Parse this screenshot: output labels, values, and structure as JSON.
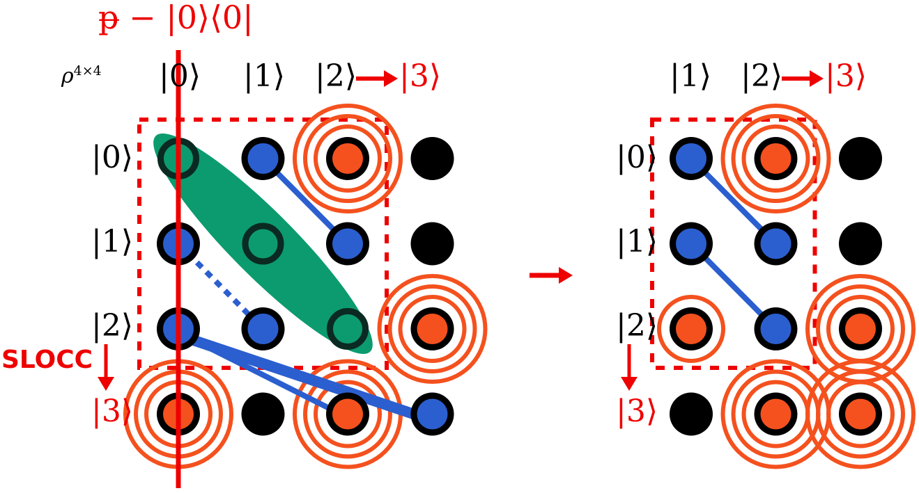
{
  "figure": {
    "title_operator": "ᵽ − |0⟩⟨0|",
    "matrix_symbol": "ρ",
    "matrix_symbol_sup": "4×4",
    "slocc_label": "SLOCC",
    "transition_arrow": "→",
    "between_arrow": "→"
  },
  "colors": {
    "red": "#ee0000",
    "orange": "#f4511e",
    "blue": "#2b5fcf",
    "green": "#0c9b6f",
    "dark_ring": "#0a2a22",
    "black": "#000000",
    "white": "#ffffff"
  },
  "left_matrix": {
    "name": "rho-4x4-before",
    "column_labels": [
      "|0⟩",
      "|1⟩",
      "|2⟩",
      "|3⟩",
      ""
    ],
    "column_header_groups": [
      {
        "text": "|0⟩",
        "color": "black"
      },
      {
        "text": "|1⟩",
        "color": "black"
      },
      {
        "text": "|2⟩",
        "color": "black",
        "arrow": "→",
        "arrow_color": "red",
        "target": "|3⟩",
        "target_color": "red"
      }
    ],
    "row_labels": [
      "|0⟩",
      "|1⟩",
      "|2⟩",
      "|3⟩"
    ],
    "row_label_colors": [
      "black",
      "black",
      "black",
      "red"
    ],
    "cells": [
      [
        {
          "kind": "ring",
          "color": "dark_ring",
          "halos": 0
        },
        {
          "kind": "filled",
          "color": "blue",
          "halos": 0
        },
        {
          "kind": "filled",
          "color": "orange",
          "halos": 3
        },
        {
          "kind": "filled",
          "color": "black",
          "halos": 0
        }
      ],
      [
        {
          "kind": "filled",
          "color": "blue",
          "halos": 0
        },
        {
          "kind": "ring",
          "color": "dark_ring",
          "halos": 0
        },
        {
          "kind": "filled",
          "color": "blue",
          "halos": 0
        },
        {
          "kind": "filled",
          "color": "black",
          "halos": 0
        }
      ],
      [
        {
          "kind": "filled",
          "color": "blue",
          "halos": 0
        },
        {
          "kind": "filled",
          "color": "blue",
          "halos": 0
        },
        {
          "kind": "ring",
          "color": "dark_ring",
          "halos": 0
        },
        {
          "kind": "filled",
          "color": "orange",
          "halos": 3
        }
      ],
      [
        {
          "kind": "filled",
          "color": "orange",
          "halos": 3
        },
        {
          "kind": "filled",
          "color": "black",
          "halos": 0
        },
        {
          "kind": "filled",
          "color": "orange",
          "halos": 3
        },
        {
          "kind": "filled",
          "color": "blue",
          "halos": 0
        }
      ]
    ],
    "coherence_links": [
      {
        "from": [
          0,
          1
        ],
        "to": [
          1,
          2
        ],
        "style": "solid"
      },
      {
        "from": [
          1,
          0
        ],
        "to": [
          2,
          1
        ],
        "style": "dotted"
      },
      {
        "from": [
          2,
          0
        ],
        "to": [
          3,
          2
        ],
        "style": "solid"
      },
      {
        "from": [
          2,
          0
        ],
        "to": [
          3,
          3
        ],
        "style": "solid"
      },
      {
        "from": [
          2,
          0
        ],
        "to": [
          3,
          3
        ],
        "style": "solid2"
      }
    ],
    "diagonal_highlight": {
      "from": [
        0,
        0
      ],
      "to": [
        2,
        2
      ],
      "color": "green"
    },
    "dashed_box": {
      "rows": [
        0,
        2
      ],
      "cols": [
        0,
        2
      ],
      "color": "red"
    },
    "projector_line": {
      "col": 0,
      "color": "red"
    }
  },
  "right_matrix": {
    "name": "rho-after-slocc",
    "column_header_groups": [
      {
        "text": "|1⟩",
        "color": "black"
      },
      {
        "text": "|2⟩",
        "color": "black",
        "arrow": "→",
        "arrow_color": "red",
        "target": "|3⟩",
        "target_color": "red"
      }
    ],
    "row_labels": [
      "|0⟩",
      "|1⟩",
      "|2⟩",
      "|3⟩"
    ],
    "row_label_colors": [
      "black",
      "black",
      "black",
      "red"
    ],
    "cells": [
      [
        {
          "kind": "filled",
          "color": "blue",
          "halos": 0
        },
        {
          "kind": "filled",
          "color": "orange",
          "halos": 3
        },
        {
          "kind": "filled",
          "color": "black",
          "halos": 0
        }
      ],
      [
        {
          "kind": "filled",
          "color": "blue",
          "halos": 0
        },
        {
          "kind": "filled",
          "color": "blue",
          "halos": 0
        },
        {
          "kind": "filled",
          "color": "black",
          "halos": 0
        }
      ],
      [
        {
          "kind": "filled",
          "color": "orange",
          "halos": 1
        },
        {
          "kind": "filled",
          "color": "blue",
          "halos": 0
        },
        {
          "kind": "filled",
          "color": "orange",
          "halos": 3
        }
      ],
      [
        {
          "kind": "filled",
          "color": "black",
          "halos": 0
        },
        {
          "kind": "filled",
          "color": "orange",
          "halos": 3
        },
        {
          "kind": "filled",
          "color": "orange",
          "halos": 3
        }
      ]
    ],
    "coherence_links": [
      {
        "from": [
          0,
          0
        ],
        "to": [
          1,
          1
        ],
        "style": "solid"
      },
      {
        "from": [
          1,
          0
        ],
        "to": [
          2,
          1
        ],
        "style": "solid"
      }
    ],
    "dashed_box": {
      "rows": [
        0,
        2
      ],
      "cols": [
        0,
        1
      ],
      "color": "red"
    }
  }
}
